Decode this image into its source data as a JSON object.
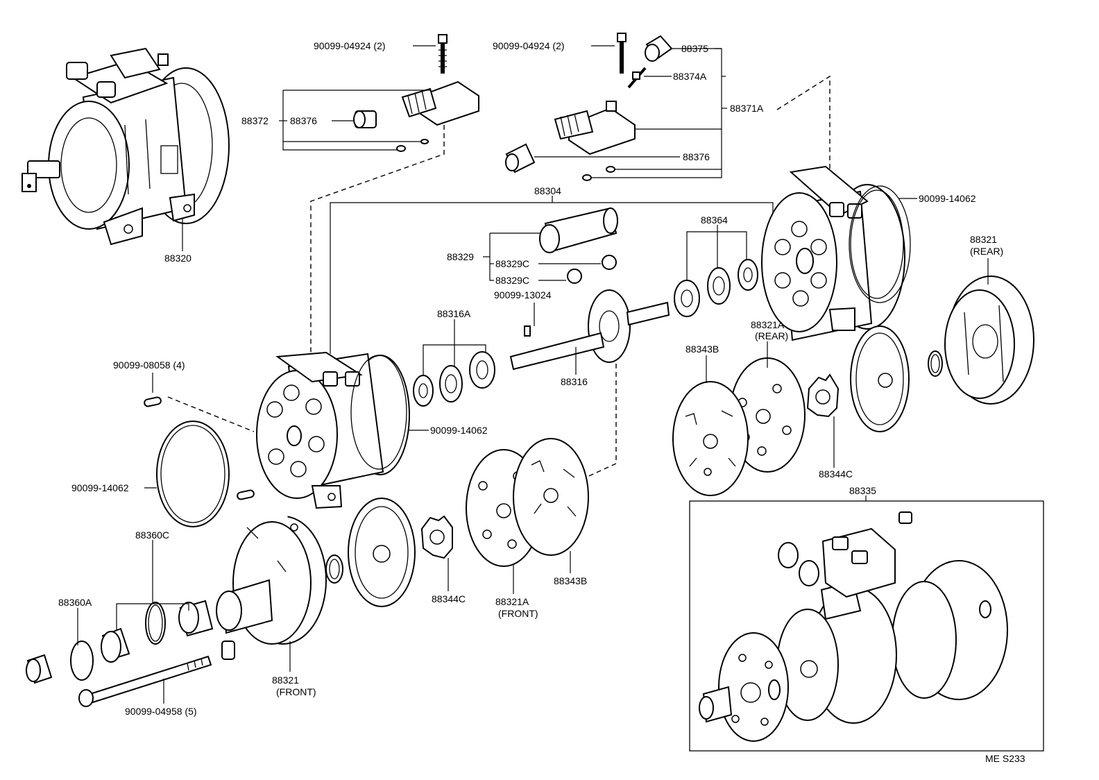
{
  "labels": {
    "bolt_top_left": "90099-04924 (2)",
    "bolt_top_right": "90099-04924 (2)",
    "p88375": "88375",
    "p88374a": "88374A",
    "p88371a": "88371A",
    "p88376_right": "88376",
    "p88372": "88372",
    "p88376_left": "88376",
    "p88320": "88320",
    "p88304": "88304",
    "p88329": "88329",
    "p88329c_1": "88329C",
    "p88329c_2": "88329C",
    "pin_13024": "90099-13024",
    "p88316a": "88316A",
    "p88316": "88316",
    "p88364": "88364",
    "oring_rear_top": "90099-14062",
    "p88321_rear": "88321",
    "p88321_rear_sub": "(REAR)",
    "p88321a_rear": "88321A",
    "p88321a_rear_sub": "(REAR)",
    "p88343b_right": "88343B",
    "pin_08058": "90099-08058 (4)",
    "oring_mid": "90099-14062",
    "oring_left": "90099-14062",
    "p88344c_right": "88344C",
    "p88335": "88335",
    "p88360c": "88360C",
    "p88360a": "88360A",
    "p88344c_left": "88344C",
    "p88321a_front": "88321A",
    "p88321a_front_sub": "(FRONT)",
    "p88343b_left": "88343B",
    "p88321_front": "88321",
    "p88321_front_sub": "(FRONT)",
    "bolt_bottom": "90099-04958 (5)",
    "ref_code": "ME  S233"
  }
}
